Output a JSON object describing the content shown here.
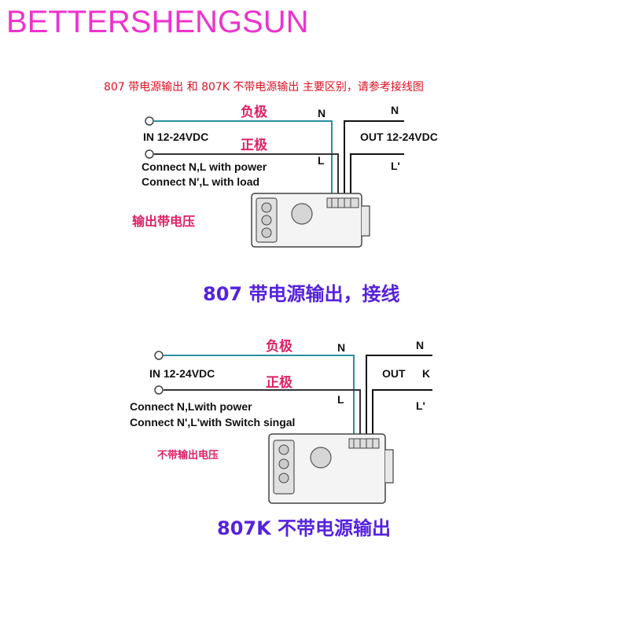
{
  "brand": "BETTERSHENGSUN",
  "subtitle": "807 带电源输出 和 807K 不带电源输出 主要区别，请参考接线图",
  "diagram_807": {
    "neg_label": "负极",
    "pos_label": "正极",
    "n_left": "N",
    "l_left": "L",
    "n_right": "N",
    "l_right": "L'",
    "in_label": "IN 12-24VDC",
    "out_label": "OUT 12-24VDC",
    "connect_line1": "Connect N,L with power",
    "connect_line2": "Connect N',L with load",
    "note": "输出带电压",
    "heading": "807 带电源输出，接线"
  },
  "diagram_807k": {
    "neg_label": "负极",
    "pos_label": "正极",
    "n_left": "N",
    "l_left": "L",
    "n_right": "N",
    "l_right": "L'",
    "in_label": "IN 12-24VDC",
    "out_label": "OUT",
    "out_k": "K",
    "connect_line1": "Connect N,Lwith power",
    "connect_line2": "Connect N',L'with Switch singal",
    "note": "不带输出电压",
    "heading": "807K 不带电源输出"
  }
}
